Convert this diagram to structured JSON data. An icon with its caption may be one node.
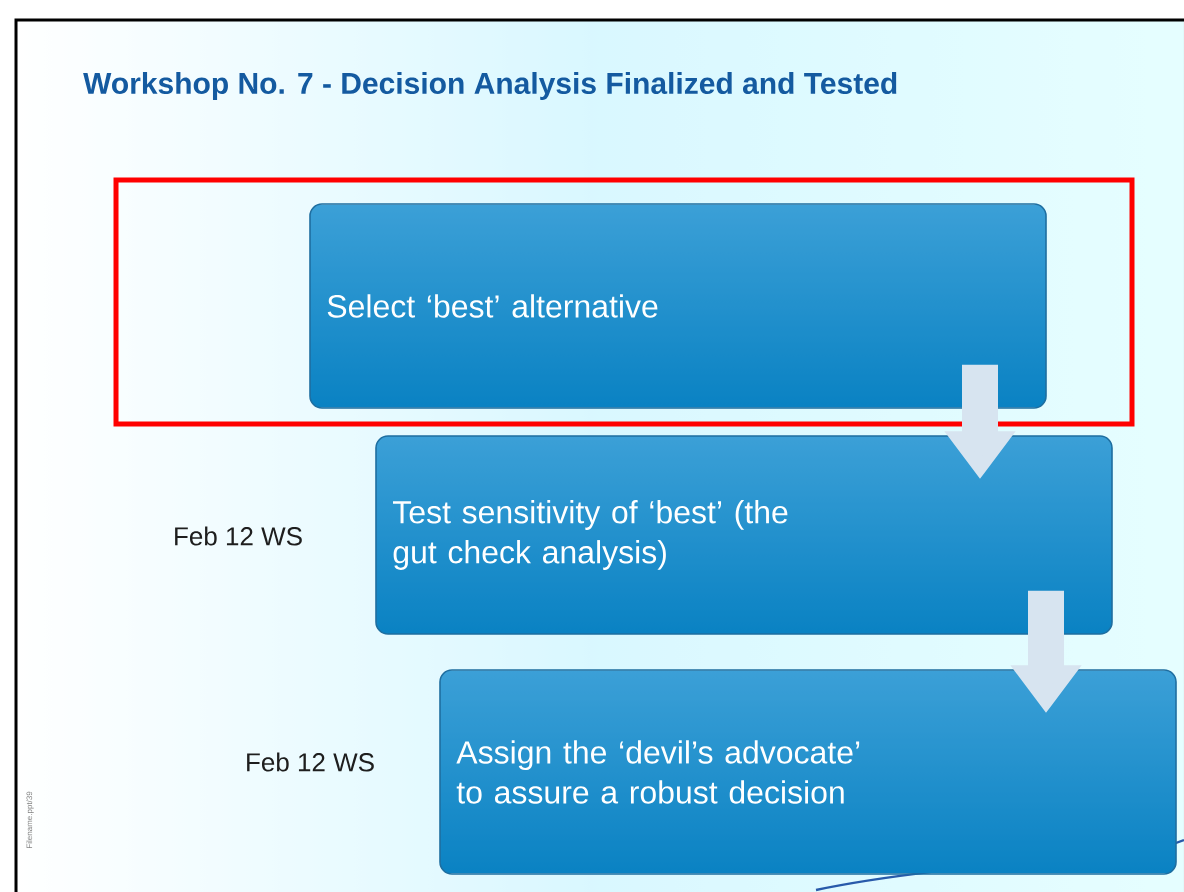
{
  "diagram": {
    "title": "Workshop No. 7 - Decision Analysis Finalized and Tested",
    "nodes": [
      {
        "text": [],
        "shape": "box"
      },
      {
        "text": [
          "Select ‘best’ alternative"
        ],
        "in": 0
      },
      {
        "text": [
          "Test sensitivity of ‘best’ (the gut check analysis)"
        ],
        "beside": [
          "Feb 12 WS"
        ]
      },
      {
        "text": [
          "Assign the ‘devil’s advocate’ to assure a robust decision"
        ],
        "beside": [
          "Feb 12 WS"
        ]
      }
    ],
    "edges": [
      {
        "from": 1,
        "to": 2,
        "arrow": "to"
      },
      {
        "from": 2,
        "to": 3,
        "arrow": "to"
      }
    ],
    "labels": [
      "Filename.ppt/39"
    ]
  }
}
